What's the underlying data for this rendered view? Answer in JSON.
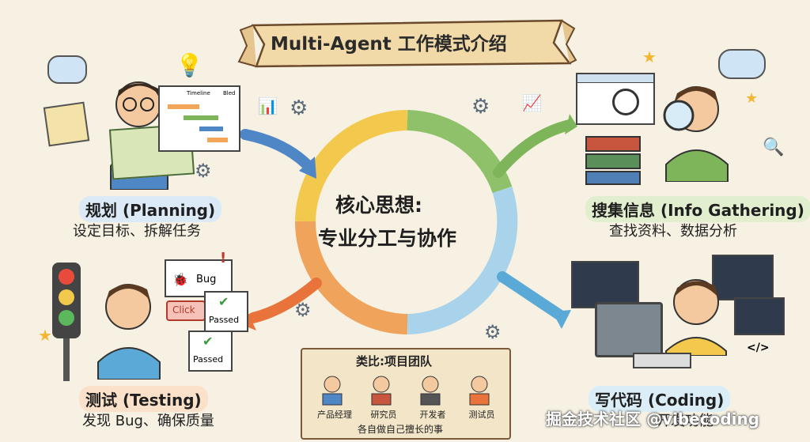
{
  "banner": {
    "title": "Multi-Agent 工作模式介绍"
  },
  "center": {
    "line1": "核心思想:",
    "line2": "专业分工与协作"
  },
  "planning": {
    "title": "规划 (Planning)",
    "subtitle": "设定目标、拆解任务",
    "chart_label_1": "Timeline",
    "chart_label_2": "Bled"
  },
  "info": {
    "title": "搜集信息 (Info Gathering)",
    "subtitle": "查找资料、数据分析"
  },
  "testing": {
    "title": "测试 (Testing)",
    "subtitle": "发现 Bug、确保质量",
    "bug_label": "Bug",
    "click_label": "Click",
    "passed_label": "Passed"
  },
  "coding": {
    "title": "写代码 (Coding)",
    "subtitle": "开发功能",
    "code_tag": "</>"
  },
  "analogy": {
    "title": "类比:项目团队",
    "roles": [
      "产品经理",
      "研究员",
      "开发者",
      "测试员"
    ],
    "footer": "各自做自己擅长的事"
  },
  "watermark": "掘金技术社区 @vibecoding",
  "colors": {
    "planning": "#4f86c6",
    "info": "#7fb55a",
    "testing": "#e8743b",
    "coding": "#5aa9d6",
    "ring_yellow": "#f2c94c"
  }
}
